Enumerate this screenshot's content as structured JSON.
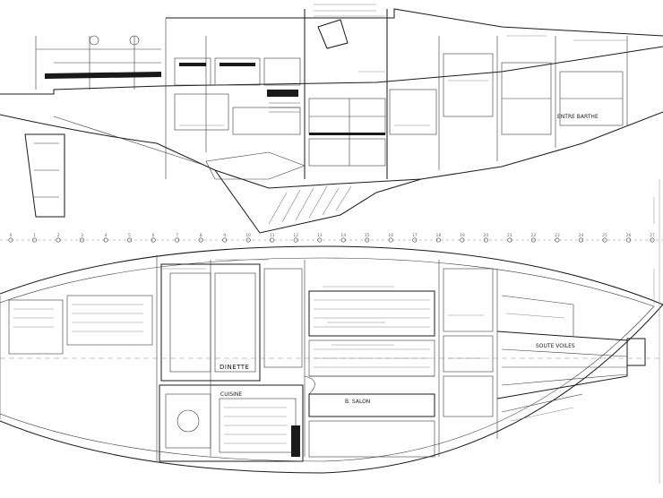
{
  "drawing": {
    "view_profile": {
      "labels": {
        "forward_label": "ENTRE BARTHE"
      }
    },
    "view_plan": {
      "labels": {
        "saloon": "DINETTE",
        "aft_cabin": "CUISINE",
        "forward_cabin": "SOUTE VOILES",
        "hull_center": "B. SALON"
      }
    },
    "station_marks": [
      "0",
      "1",
      "2",
      "3",
      "4",
      "5",
      "6",
      "7",
      "8",
      "9",
      "10",
      "11",
      "12",
      "13",
      "14",
      "15",
      "16",
      "17",
      "18",
      "19",
      "20",
      "21",
      "22",
      "23",
      "24",
      "25",
      "26",
      "27"
    ]
  }
}
